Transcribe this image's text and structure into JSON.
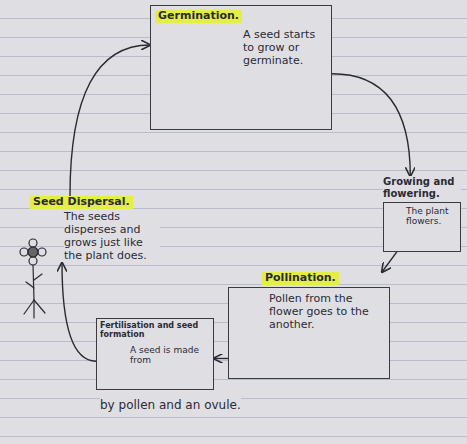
{
  "diagram": {
    "nodes": [
      {
        "text": [
          "Germination.",
          "A seed starts to grow or germinate."
        ]
      },
      {
        "text": [
          "Growing and flowering.",
          "The plant flowers."
        ]
      },
      {
        "text": [
          "Pollination.",
          "Pollen from the flower goes to the another."
        ]
      },
      {
        "text": [
          "Fertilisation and seed formation",
          "A seed is made from"
        ]
      },
      {
        "text": [
          "Seed Dispersal.",
          "The seeds disperses and grows just like the plant does."
        ]
      }
    ],
    "edges": [
      {
        "from": 0,
        "to": 1,
        "arrow": "to"
      },
      {
        "from": 1,
        "to": 2,
        "arrow": "to"
      },
      {
        "from": 2,
        "to": 3,
        "arrow": "to"
      },
      {
        "from": 3,
        "to": 4,
        "arrow": "to"
      },
      {
        "from": 4,
        "to": 0,
        "arrow": "to"
      }
    ],
    "labels": [
      "by pollen and an ovule."
    ]
  }
}
